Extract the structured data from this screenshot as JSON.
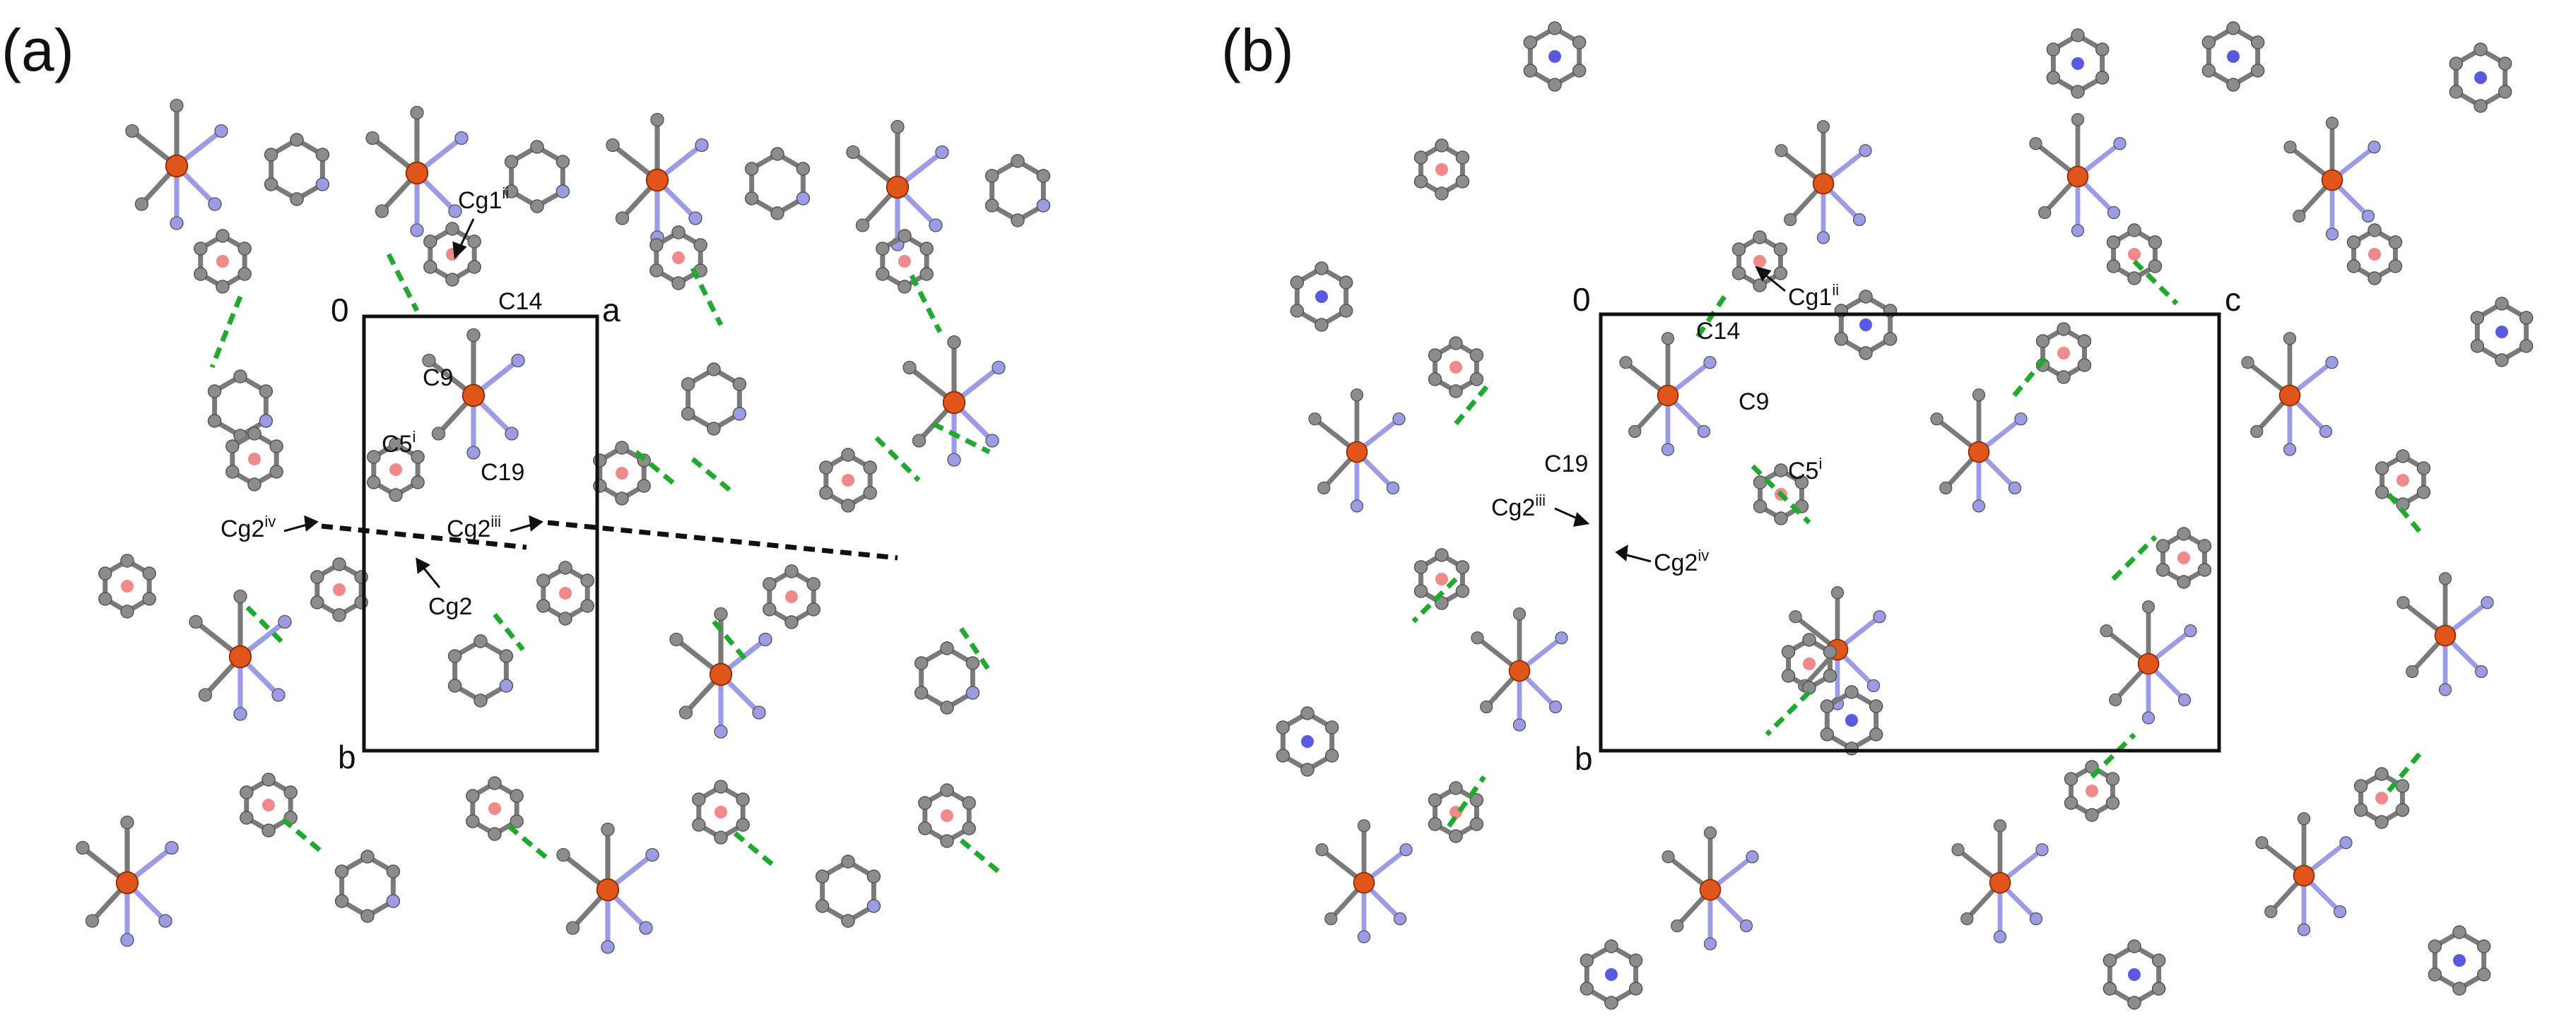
{
  "panels": [
    {
      "id": "a",
      "label": "(a)",
      "cell_axes": {
        "origin": "0",
        "axis_horizontal": "a",
        "axis_vertical": "b"
      },
      "atom_labels": [
        {
          "text": "Cg1",
          "sup": "ii"
        },
        {
          "text": "C14",
          "sup": ""
        },
        {
          "text": "C9",
          "sup": ""
        },
        {
          "text": "C5",
          "sup": "i"
        },
        {
          "text": "C19",
          "sup": ""
        },
        {
          "text": "Cg2",
          "sup": "iv"
        },
        {
          "text": "Cg2",
          "sup": "iii"
        },
        {
          "text": "Cg2",
          "sup": ""
        }
      ]
    },
    {
      "id": "b",
      "label": "(b)",
      "cell_axes": {
        "origin": "0",
        "axis_horizontal": "c",
        "axis_vertical": "b"
      },
      "atom_labels": [
        {
          "text": "Cg1",
          "sup": "ii"
        },
        {
          "text": "C14",
          "sup": ""
        },
        {
          "text": "C9",
          "sup": ""
        },
        {
          "text": "C19",
          "sup": ""
        },
        {
          "text": "C5",
          "sup": "i"
        },
        {
          "text": "Cg2",
          "sup": "iii"
        },
        {
          "text": "Cg2",
          "sup": "iv"
        }
      ]
    }
  ],
  "colors": {
    "carbon": "#8c8c8c",
    "nitrogen": "#9c9ce6",
    "metal": "#e0561a",
    "bond": "#7a7a7a",
    "hbond": "#1faa2f",
    "pi_stack": "#111111",
    "centroid_cg1": "#f08a8a",
    "centroid_cg2": "#5a5ae0",
    "cell_box": "#111111"
  }
}
